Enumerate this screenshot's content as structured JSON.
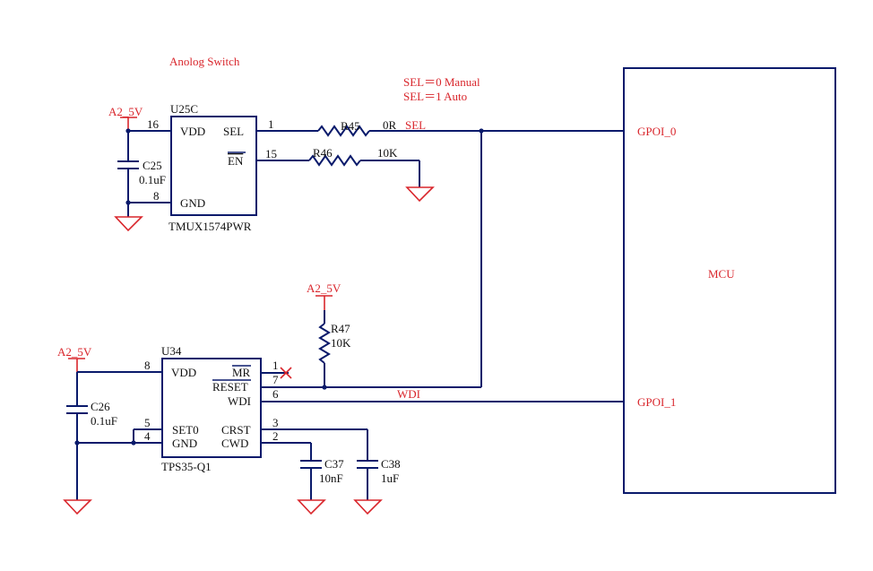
{
  "title": "Anolog Switch",
  "sel_note": [
    "SEL＝0 Manual",
    "SEL＝1 Auto"
  ],
  "power_label": "A2_5V",
  "mux": {
    "refdes": "U25C",
    "part": "TMUX1574PWR",
    "pins": {
      "vdd": "VDD",
      "gnd": "GND",
      "sel": "SEL",
      "en": "EN"
    },
    "pin_numbers": {
      "vdd": "16",
      "gnd": "8",
      "sel": "1",
      "en": "15"
    }
  },
  "supervisor": {
    "refdes": "U34",
    "part": "TPS35-Q1",
    "pins": {
      "vdd": "VDD",
      "mr": "MR",
      "reset": "RESET",
      "wdi": "WDI",
      "set0": "SET0",
      "crst": "CRST",
      "gnd": "GND",
      "cwd": "CWD"
    },
    "pin_numbers": {
      "vdd": "8",
      "mr": "1",
      "reset": "7",
      "wdi": "6",
      "set0": "5",
      "crst": "3",
      "gnd": "4",
      "cwd": "2"
    }
  },
  "mcu": {
    "label": "MCU",
    "pins": [
      "GPOI_0",
      "GPOI_1"
    ]
  },
  "nets": {
    "sel": "SEL",
    "wdi": "WDI"
  },
  "components": {
    "r45": {
      "ref": "R45",
      "value": "0R"
    },
    "r46": {
      "ref": "R46",
      "value": "10K"
    },
    "r47": {
      "ref": "R47",
      "value": "10K"
    },
    "c25": {
      "ref": "C25",
      "value": "0.1uF"
    },
    "c26": {
      "ref": "C26",
      "value": "0.1uF"
    },
    "c37": {
      "ref": "C37",
      "value": "10nF"
    },
    "c38": {
      "ref": "C38",
      "value": "1uF"
    }
  },
  "colors": {
    "wire": "#0a1a6b",
    "label": "#d9262c",
    "text": "#111111"
  }
}
